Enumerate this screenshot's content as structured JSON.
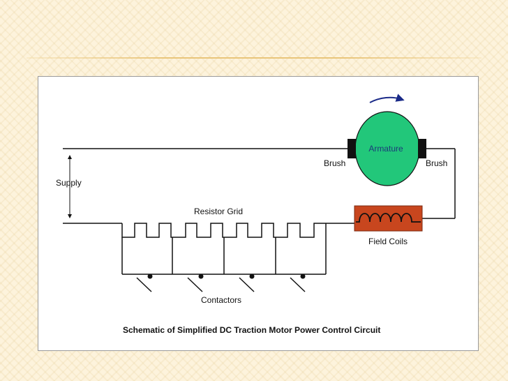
{
  "diagram": {
    "title": "Schematic of Simplified DC Traction Motor Power Control Circuit",
    "labels": {
      "supply": "Supply",
      "armature": "Armature",
      "brush_left": "Brush",
      "brush_right": "Brush",
      "resistor_grid": "Resistor Grid",
      "field_coils": "Field Coils",
      "contactors": "Contactors"
    },
    "colors": {
      "armature_fill": "#22c77a",
      "field_coil_fill": "#c8461e",
      "rotation_arrow": "#1a2a88",
      "wire": "#111111"
    }
  }
}
